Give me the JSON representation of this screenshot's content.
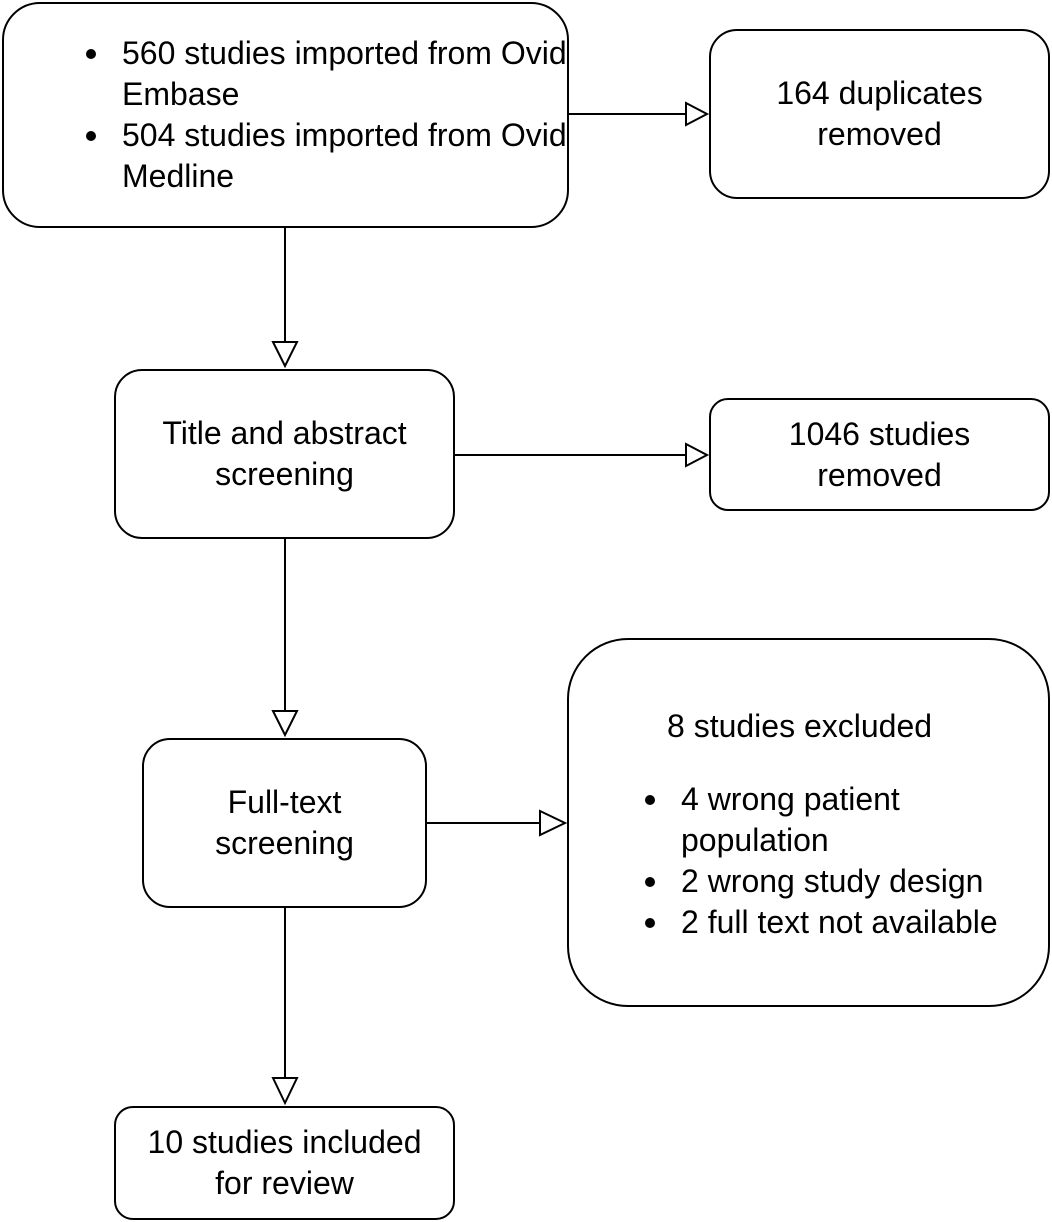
{
  "sources": {
    "items": [
      "560 studies imported from Ovid Embase",
      "504 studies imported from Ovid Medline"
    ]
  },
  "duplicates": {
    "text": "164 duplicates removed"
  },
  "title_screening": {
    "text": "Title and abstract screening"
  },
  "studies_removed": {
    "text": "1046 studies removed"
  },
  "fulltext_screening": {
    "text": "Full-text screening"
  },
  "excluded": {
    "title": "8 studies excluded",
    "reasons": [
      "4 wrong patient population",
      "2 wrong study design",
      "2 full text not available"
    ]
  },
  "included": {
    "text": "10 studies included for review"
  }
}
